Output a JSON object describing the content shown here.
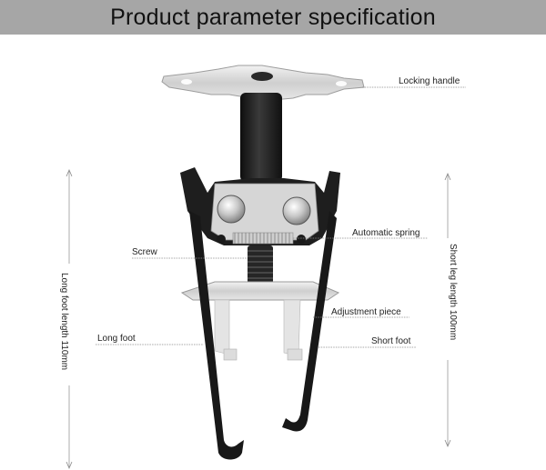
{
  "header": {
    "title": "Product parameter specification"
  },
  "callouts": {
    "locking_handle": "Locking handle",
    "automatic_spring": "Automatic spring",
    "screw": "Screw",
    "adjustment_piece": "Adjustment piece",
    "long_foot": "Long foot",
    "short_foot": "Short foot"
  },
  "dimensions": {
    "long_foot_length": "Long foot length 110mm",
    "short_leg_length": "Short leg length 100mm"
  },
  "colors": {
    "header_bg": "#a6a6a6",
    "metal_dark": "#1c1c1c",
    "metal_silver": "#d8d8d8"
  }
}
